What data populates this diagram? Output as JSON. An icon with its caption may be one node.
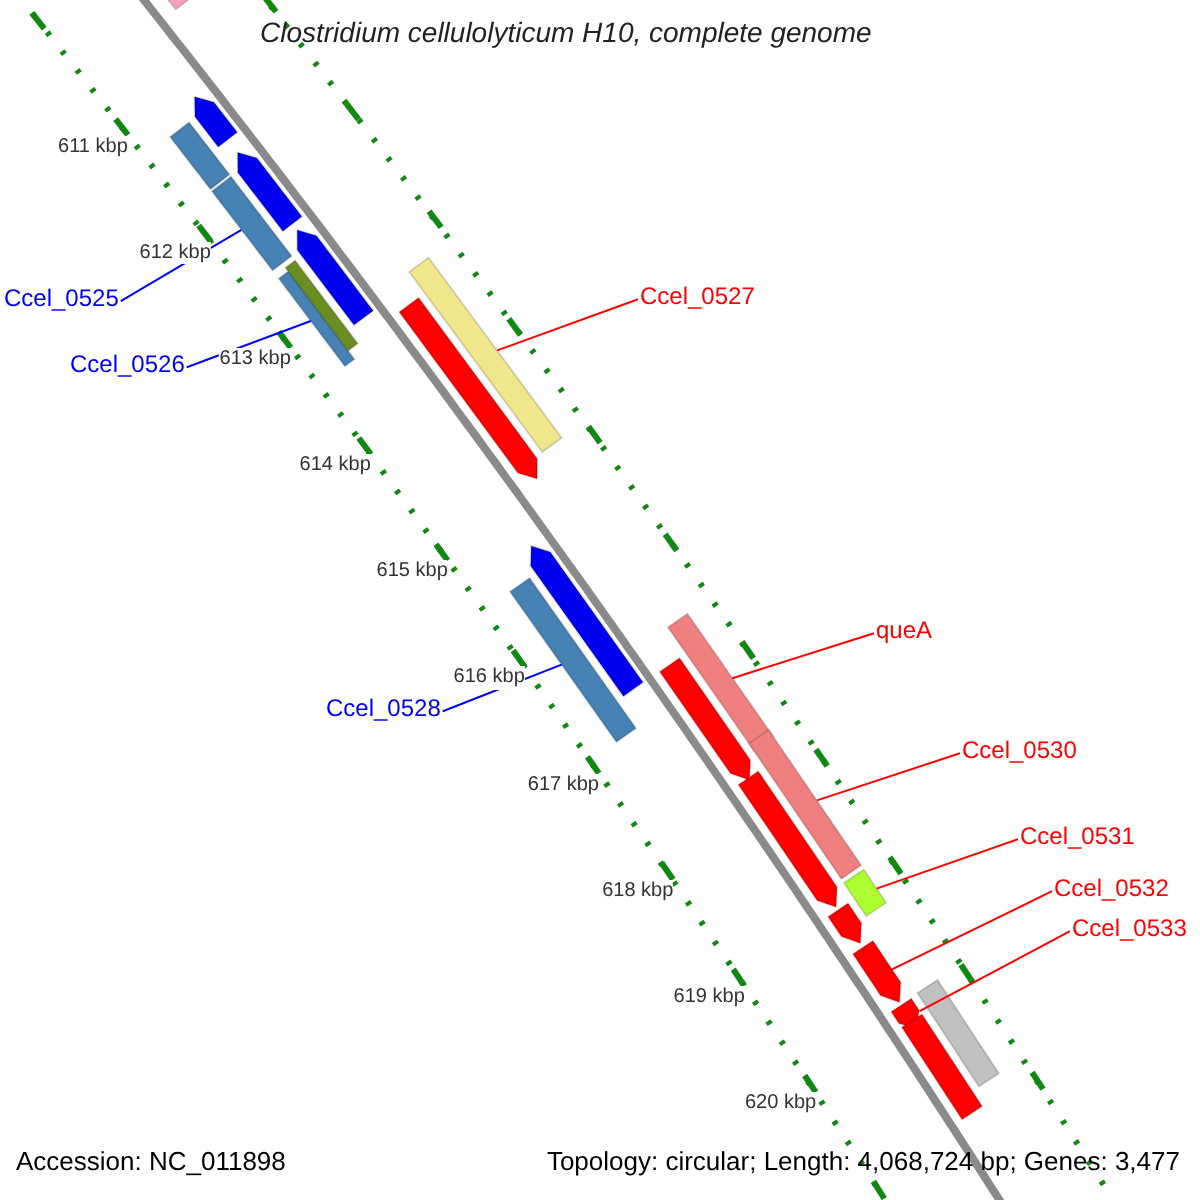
{
  "diagram": {
    "title": "Clostridium cellulolyticum H10, complete genome",
    "nodes": [
      {
        "text": [
          "Ccel_0525"
        ]
      },
      {
        "text": [],
        "shape": "bar"
      },
      {
        "text": [
          "Ccel_0526"
        ]
      },
      {
        "text": [],
        "shape": "bar"
      },
      {
        "text": [
          "Ccel_0527"
        ]
      },
      {
        "text": [],
        "shape": "bar"
      },
      {
        "text": [
          "Ccel_0528"
        ]
      },
      {
        "text": [],
        "shape": "bar"
      },
      {
        "text": [
          "queA"
        ]
      },
      {
        "text": [],
        "shape": "bar"
      },
      {
        "text": [
          "Ccel_0530"
        ]
      },
      {
        "text": [],
        "shape": "bar"
      },
      {
        "text": [
          "Ccel_0531"
        ]
      },
      {
        "text": [],
        "shape": "bar"
      },
      {
        "text": [
          "Ccel_0532"
        ]
      },
      {
        "text": [],
        "shape": "arrow"
      },
      {
        "text": [
          "Ccel_0533"
        ]
      },
      {
        "text": [],
        "shape": "arrow"
      },
      {
        "text": [],
        "shape": "arrow"
      },
      {
        "text": [],
        "shape": "arrow"
      },
      {
        "text": [],
        "shape": "arrow"
      },
      {
        "text": [],
        "shape": "arrow"
      },
      {
        "text": [],
        "shape": "bar"
      },
      {
        "text": [],
        "shape": "bar"
      },
      {
        "text": [],
        "shape": "arrow"
      },
      {
        "text": [],
        "shape": "arrow"
      },
      {
        "text": [],
        "shape": "arrow"
      },
      {
        "text": [],
        "shape": "arrow"
      },
      {
        "text": [],
        "shape": "arrow"
      },
      {
        "text": [],
        "shape": "bar"
      },
      {
        "text": [],
        "shape": "bar"
      }
    ],
    "edges": [
      {
        "from": 0,
        "to": 1,
        "arrow": "none",
        "color": "#0000ff"
      },
      {
        "from": 2,
        "to": 3,
        "arrow": "none",
        "color": "#0000ff"
      },
      {
        "from": 4,
        "to": 5,
        "arrow": "none"
      },
      {
        "from": 6,
        "to": 7,
        "arrow": "none",
        "color": "#0000ff"
      },
      {
        "from": 8,
        "to": 9,
        "arrow": "none"
      },
      {
        "from": 10,
        "to": 11,
        "arrow": "none"
      },
      {
        "from": 12,
        "to": 13,
        "arrow": "none"
      },
      {
        "from": 14,
        "to": 15,
        "arrow": "none"
      },
      {
        "from": 16,
        "to": 17,
        "arrow": "none"
      }
    ],
    "labels": [
      "611 kbp",
      "612 kbp",
      "613 kbp",
      "614 kbp",
      "615 kbp",
      "616 kbp",
      "617 kbp",
      "618 kbp",
      "619 kbp",
      "620 kbp",
      "Accession: NC_011898",
      "Topology: circular; Length: 4,068,724 bp; Genes: 3,477"
    ]
  }
}
